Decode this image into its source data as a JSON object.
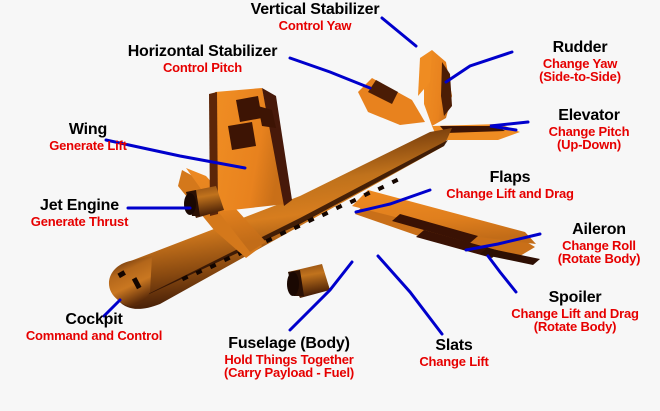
{
  "figure": {
    "subject": "airplane-parts-diagram",
    "background_color": "#f7f7f7",
    "title_color": "#000000",
    "subtitle_color": "#e60000",
    "leader_line_color": "#0000cc",
    "aircraft_colors": {
      "body_light": "#e8821e",
      "body_mid": "#b5661a",
      "body_dark": "#5d2a08",
      "body_shadow": "#2e1204",
      "window_dark": "#140600"
    }
  },
  "callouts": [
    {
      "id": "vertical-stabilizer",
      "title": "Vertical Stabilizer",
      "lines": [
        "Control Yaw"
      ]
    },
    {
      "id": "horizontal-stabilizer",
      "title": "Horizontal Stabilizer",
      "lines": [
        "Control Pitch"
      ]
    },
    {
      "id": "rudder",
      "title": "Rudder",
      "lines": [
        "Change Yaw",
        "(Side-to-Side)"
      ]
    },
    {
      "id": "elevator",
      "title": "Elevator",
      "lines": [
        "Change Pitch",
        "(Up-Down)"
      ]
    },
    {
      "id": "wing",
      "title": "Wing",
      "lines": [
        "Generate Lift"
      ]
    },
    {
      "id": "jet-engine",
      "title": "Jet Engine",
      "lines": [
        "Generate Thrust"
      ]
    },
    {
      "id": "flaps",
      "title": "Flaps",
      "lines": [
        "Change Lift and Drag"
      ]
    },
    {
      "id": "aileron",
      "title": "Aileron",
      "lines": [
        "Change Roll",
        "(Rotate Body)"
      ]
    },
    {
      "id": "spoiler",
      "title": "Spoiler",
      "lines": [
        "Change Lift and Drag",
        "(Rotate Body)"
      ]
    },
    {
      "id": "slats",
      "title": "Slats",
      "lines": [
        "Change Lift"
      ]
    },
    {
      "id": "fuselage",
      "title": "Fuselage (Body)",
      "lines": [
        "Hold Things Together",
        "(Carry Payload - Fuel)"
      ]
    },
    {
      "id": "cockpit",
      "title": "Cockpit",
      "lines": [
        "Command and Control"
      ]
    }
  ]
}
